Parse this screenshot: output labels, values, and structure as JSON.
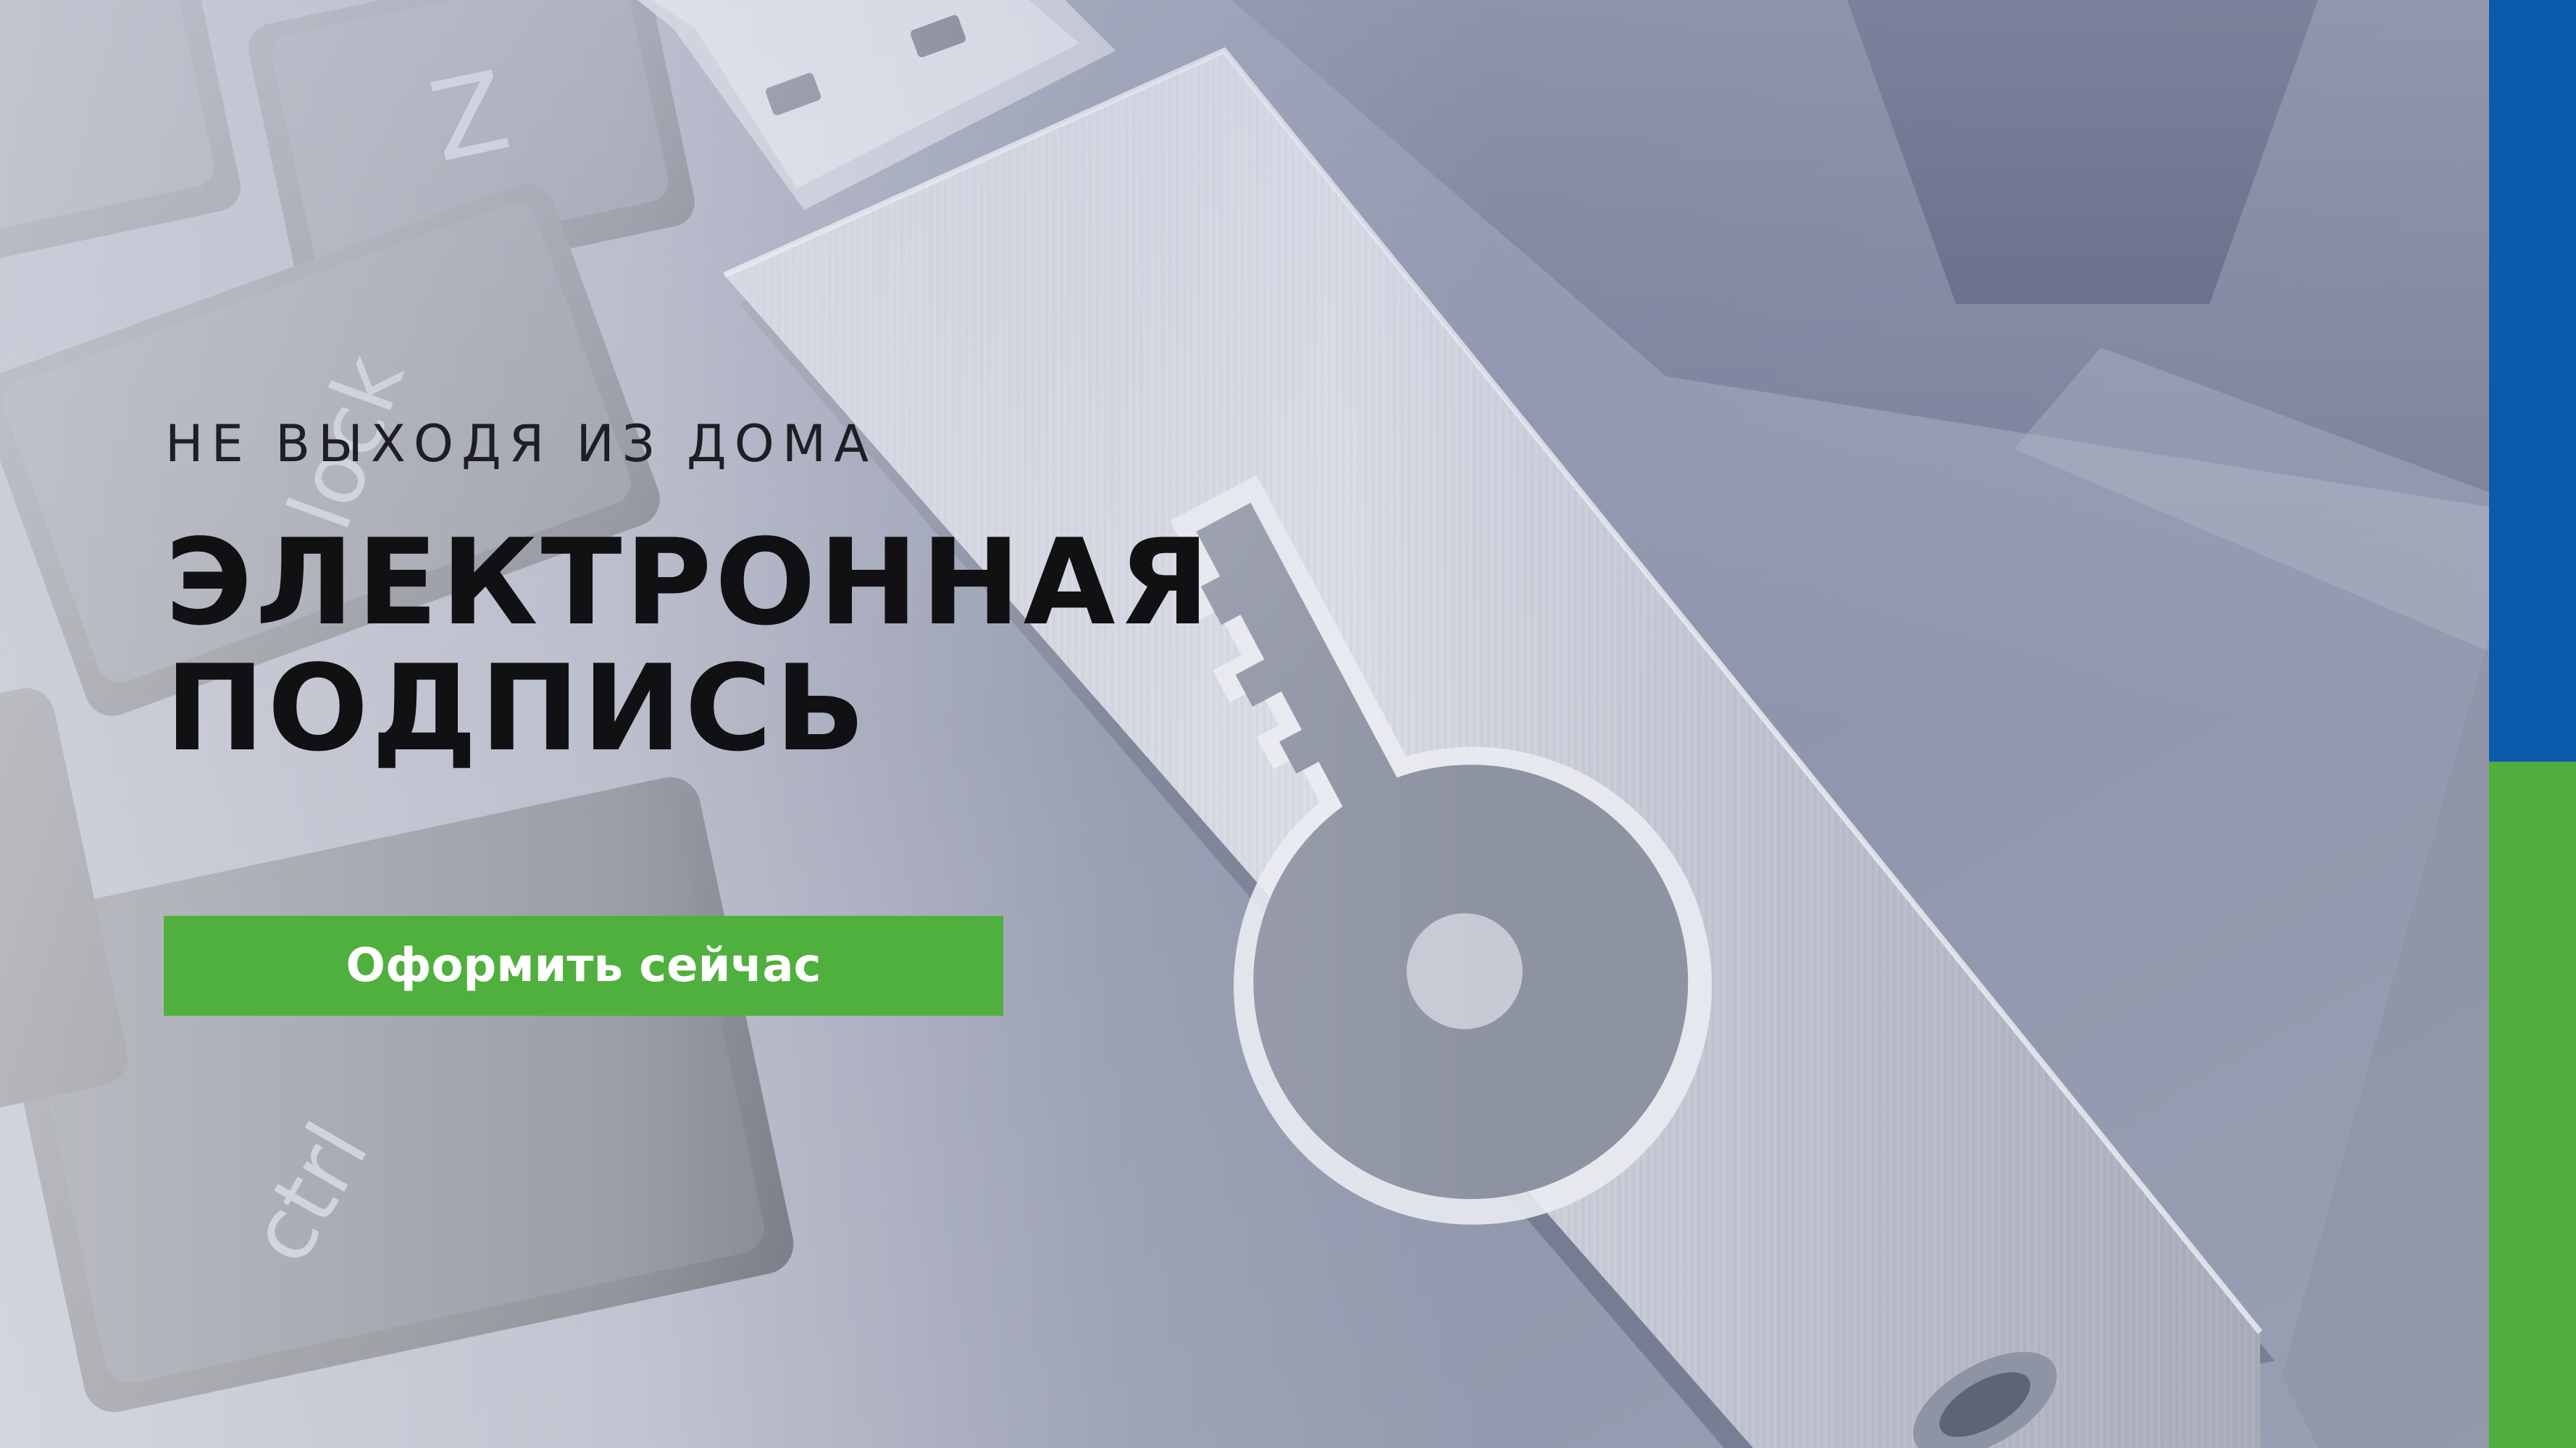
{
  "banner": {
    "subtitle": "НЕ ВЫХОДЯ ИЗ ДОМА",
    "title_line1": "ЭЛЕКТРОННАЯ",
    "title_line2": "ПОДПИСЬ",
    "cta_label": "Оформить сейчас",
    "keyboard_keys": {
      "z": "Z",
      "ctrl": "ctrl",
      "lock": "lock"
    }
  },
  "colors": {
    "accent_blue": "#0a5bab",
    "accent_green": "#4fae3c",
    "cta_background": "#50b03d",
    "text_dark": "#111114"
  },
  "icons": {
    "token_emblem": "key-icon",
    "token_device": "usb-token"
  }
}
